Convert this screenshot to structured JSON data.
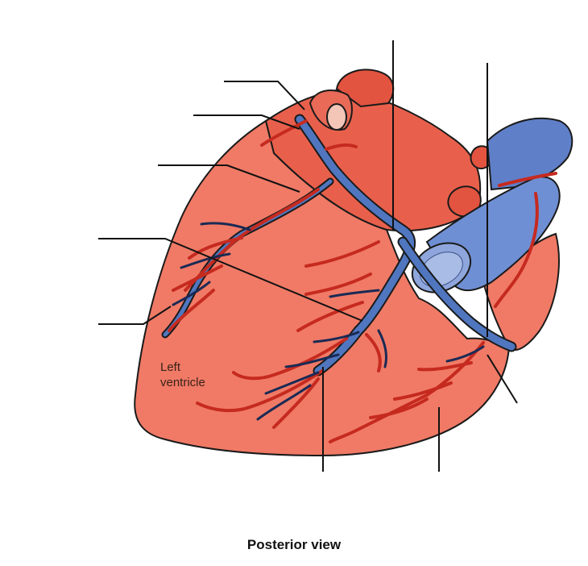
{
  "diagram": {
    "caption": "Posterior view",
    "region_label": {
      "line1": "Left",
      "line2": "ventricle"
    },
    "colors": {
      "heart": "#f07a66",
      "atrium": "#e8604c",
      "artery": "#c62a1f",
      "vein": "#4f76bf",
      "vein_light": "#8ea6dc",
      "outline": "#1a1a1a"
    }
  }
}
